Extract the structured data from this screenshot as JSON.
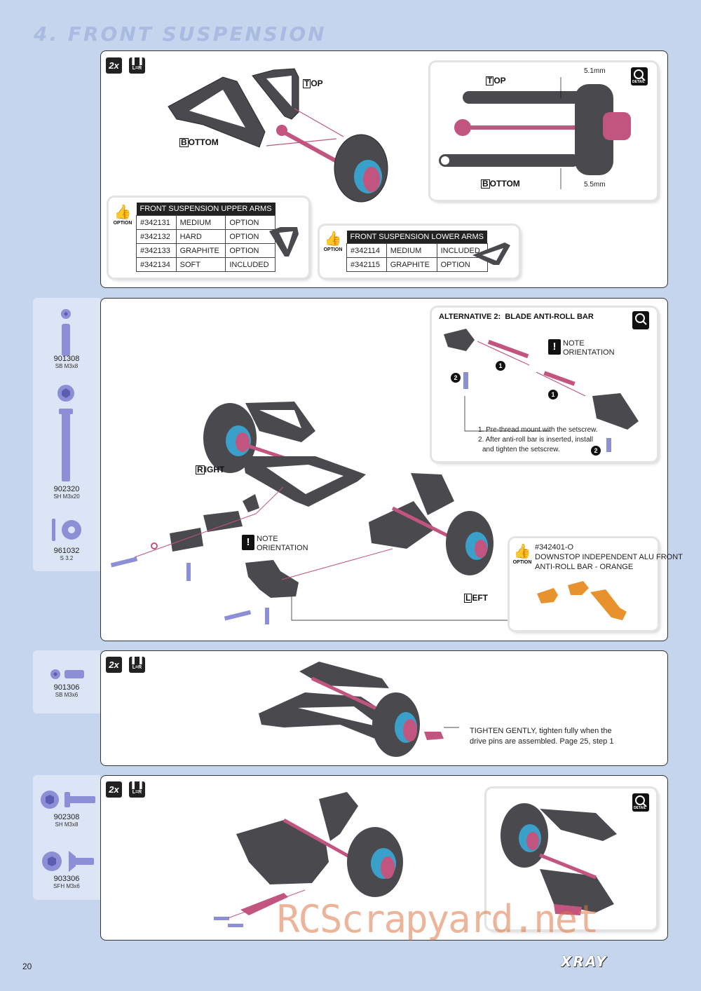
{
  "page": {
    "title": "4. FRONT SUSPENSION",
    "page_number": "20",
    "brand": "XRAY",
    "watermark": "RCScrapyard.net"
  },
  "colors": {
    "background": "#c5d5ee",
    "sidebar": "#dce5f5",
    "part_gray": "#4a4a4e",
    "part_pink": "#c2557f",
    "part_blue": "#3aa0c9",
    "option_orange": "#e8922e",
    "hardware_blue": "#8c8fd6"
  },
  "common": {
    "qty_badge": "2x",
    "lr_badge": "L=R",
    "detail_label": "DETAIL",
    "option_label": "OPTION",
    "top_label": "TOP",
    "bottom_label": "BOTTOM"
  },
  "step1": {
    "detail": {
      "dim_top": "5.1mm",
      "dim_bottom": "5.5mm"
    },
    "upper_arms": {
      "header": "FRONT SUSPENSION UPPER ARMS",
      "rows": [
        [
          "#342131",
          "MEDIUM",
          "OPTION"
        ],
        [
          "#342132",
          "HARD",
          "OPTION"
        ],
        [
          "#342133",
          "GRAPHITE",
          "OPTION"
        ],
        [
          "#342134",
          "SOFT",
          "INCLUDED"
        ]
      ]
    },
    "lower_arms": {
      "header": "FRONT SUSPENSION LOWER ARMS",
      "rows": [
        [
          "#342114",
          "MEDIUM",
          "INCLUDED"
        ],
        [
          "#342115",
          "GRAPHITE",
          "OPTION"
        ]
      ]
    }
  },
  "step2": {
    "hardware": [
      {
        "code": "901308",
        "size": "SB M3x8"
      },
      {
        "code": "902320",
        "size": "SH M3x20"
      },
      {
        "code": "961032",
        "size": "S 3.2"
      }
    ],
    "alt_title": "ALTERNATIVE 2:  BLADE ANTI-ROLL BAR",
    "note_orientation": "NOTE ORIENTATION",
    "note_line1": "NOTE",
    "note_line2": "ORIENTATION",
    "num1": "1",
    "num2": "2",
    "instr1": "1. Pre-thread mount with the setscrew.",
    "instr2": "2. After anti-roll bar is inserted, install",
    "instr3": "and tighten the setscrew.",
    "right_label": "RIGHT",
    "left_label": "LEFT",
    "option_part": "#342401-O",
    "option_desc1": "DOWNSTOP INDEPENDENT ALU FRONT",
    "option_desc2": "ANTI-ROLL BAR - ORANGE"
  },
  "step3": {
    "hardware": [
      {
        "code": "901306",
        "size": "SB M3x6"
      }
    ],
    "note1": "TIGHTEN GENTLY, tighten fully when the",
    "note2": "drive pins are assembled. Page 25, step 1"
  },
  "step4": {
    "hardware": [
      {
        "code": "902308",
        "size": "SH M3x8"
      },
      {
        "code": "903306",
        "size": "SFH M3x6"
      }
    ]
  }
}
